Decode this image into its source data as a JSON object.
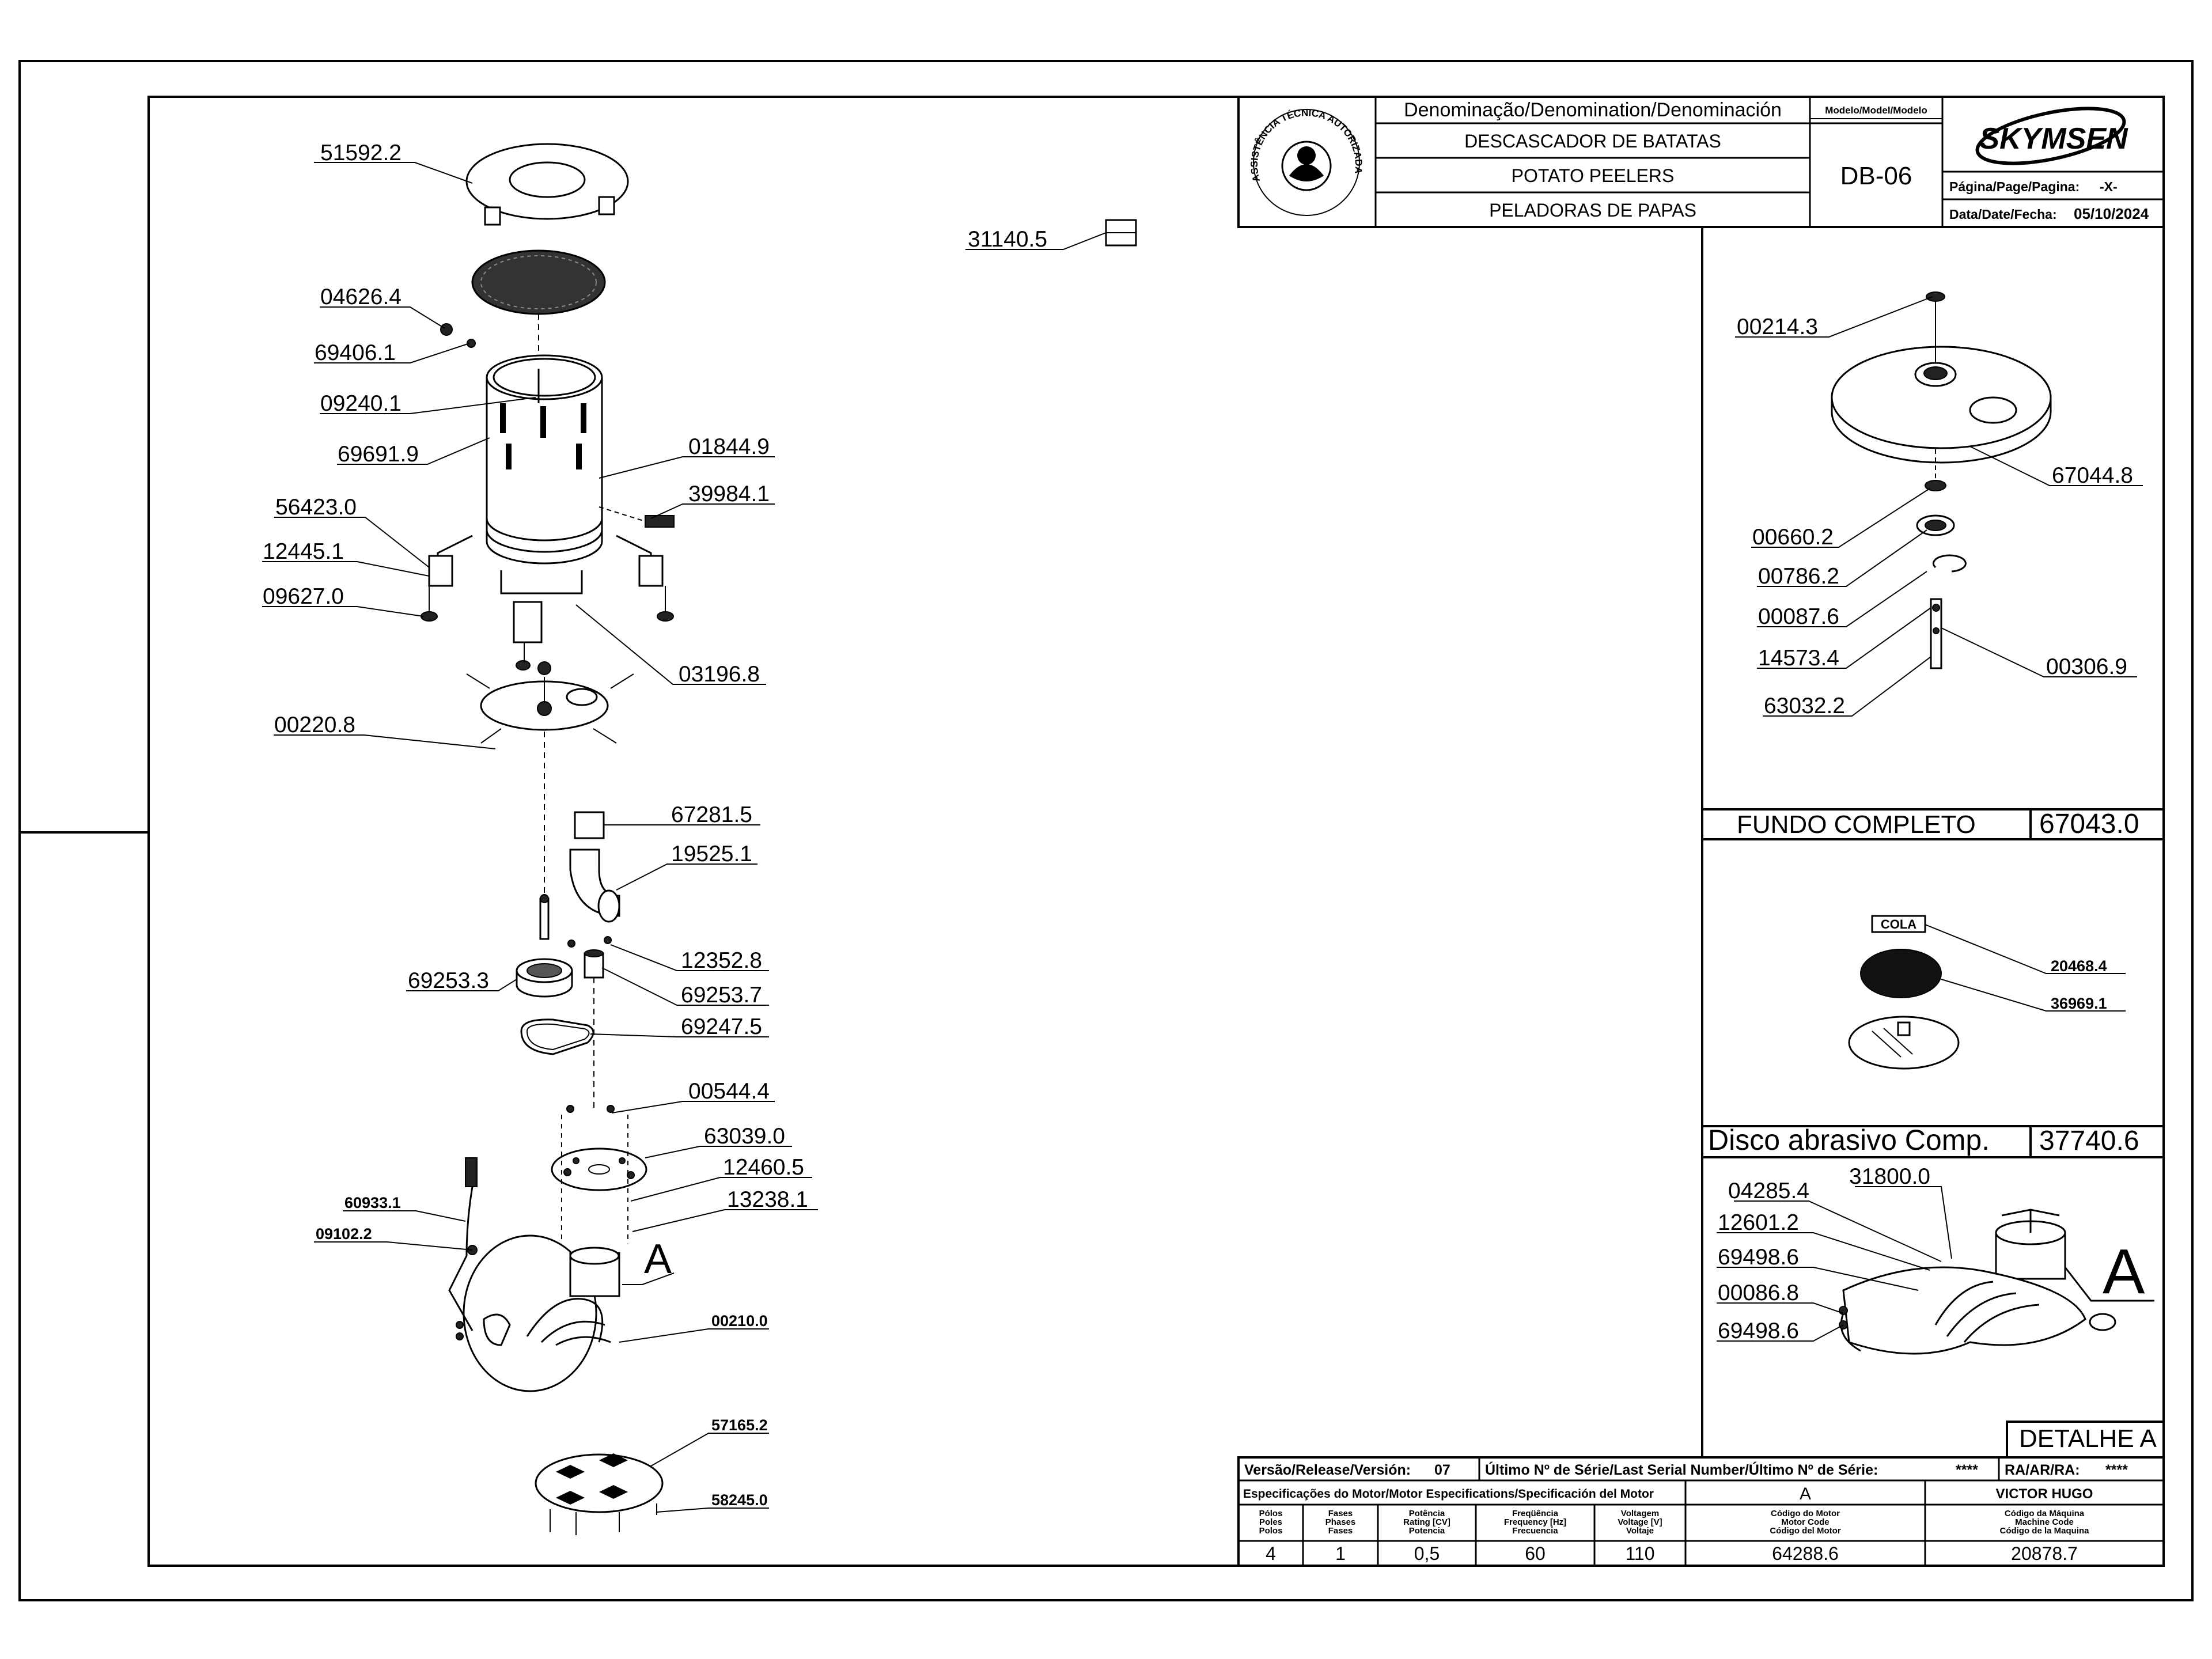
{
  "title_block": {
    "denomination_header": "Denominação/Denomination/Denominación",
    "name_pt": "DESCASCADOR DE BATATAS",
    "name_en": "POTATO PEELERS",
    "name_es": "PELADORAS DE PAPAS",
    "model_header": "Modelo/Model/Modelo",
    "model": "DB-06",
    "brand": "SKYMSEN",
    "page_label": "Página/Page/Pagina:",
    "page_value": "-X-",
    "date_label": "Data/Date/Fecha:",
    "date_value": "05/10/2024",
    "seal_text": "ASSISTÊNCIA TÉCNICA AUTORIZADA"
  },
  "main_parts": [
    "51592.2",
    "31140.5",
    "04626.4",
    "69406.1",
    "09240.1",
    "69691.9",
    "01844.9",
    "39984.1",
    "56423.0",
    "12445.1",
    "09627.0",
    "03196.8",
    "00220.8",
    "67281.5",
    "19525.1",
    "12352.8",
    "69253.3",
    "69253.7",
    "69247.5",
    "00544.4",
    "63039.0",
    "12460.5",
    "13238.1",
    "60933.1",
    "09102.2",
    "00210.0",
    "57165.2",
    "58245.0"
  ],
  "detail_label_A": "A",
  "fundo": {
    "parts": [
      "00214.3",
      "67044.8",
      "00660.2",
      "00786.2",
      "00087.6",
      "14573.4",
      "00306.9",
      "63032.2"
    ],
    "title": "FUNDO COMPLETO",
    "code": "67043.0"
  },
  "disco": {
    "tag": "COLA",
    "parts": [
      "20468.4",
      "36969.1"
    ],
    "title": "Disco abrasivo Comp.",
    "code": "37740.6"
  },
  "detalhe": {
    "parts": [
      "04285.4",
      "31800.0",
      "12601.2",
      "69498.6",
      "00086.8",
      "69498.6"
    ],
    "letter": "A",
    "title": "DETALHE A"
  },
  "bottom_block": {
    "version_label": "Versão/Release/Versión:",
    "version_value": "07",
    "serial_label": "Último Nº de Série/Last Serial Number/Último Nº de Série:",
    "serial_value": "****",
    "ra_label": "RA/AR/RA:",
    "ra_value": "****",
    "motor_spec_label": "Especificações do Motor/Motor Especifications/Specificación del Motor",
    "motor_spec_value": "A",
    "author": "VICTOR HUGO",
    "col_headers": [
      "Pólos\nPoles\nPolos",
      "Fases\nPhases\nFases",
      "Potência\nRating [CV]\nPotencia",
      "Freqüência\nFrequency [Hz]\nFrecuencia",
      "Voltagem\nVoltage [V]\nVoltaje",
      "Código do Motor\nMotor Code\nCódigo del Motor",
      "Código da Máquina\nMachine Code\nCódigo de la Maquina"
    ],
    "values": [
      "4",
      "1",
      "0,5",
      "60",
      "110",
      "64288.6",
      "20878.7"
    ]
  }
}
